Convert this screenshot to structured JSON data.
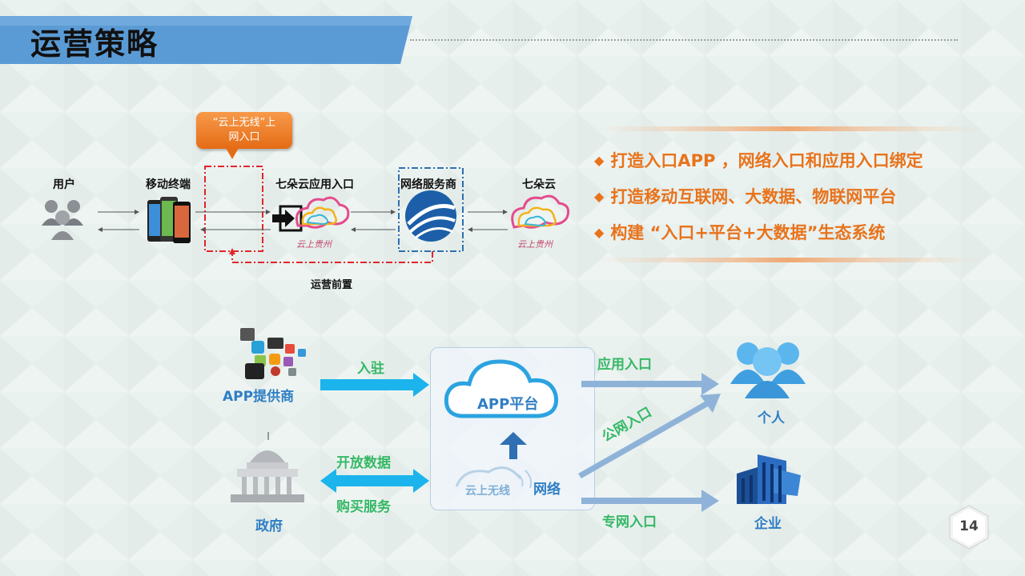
{
  "title": "运营策略",
  "callout": {
    "line1": "“云上无线”上",
    "line2": "网入口"
  },
  "flow": {
    "user": "用户",
    "terminal": "移动终端",
    "app_entry": "七朵云应用入口",
    "isp": "网络服务商",
    "qiduoyun": "七朵云",
    "ops_front": "运营前置",
    "brand_text": "云上贵州"
  },
  "bullets": [
    "打造入口APP ，网络入口和应用入口绑定",
    "打造移动互联网、大数据、物联网平台",
    "构建 “入口+平台+大数据”生态系统"
  ],
  "ecosystem": {
    "app_provider": "APP提供商",
    "settle_in": "入驻",
    "government": "政府",
    "open_data": "开放数据",
    "buy_service": "购买服务",
    "platform": "APP平台",
    "network": "网络",
    "wireless": "云上无线",
    "app_entry": "应用入口",
    "public_entry": "公网入口",
    "private_entry": "专网入口",
    "individual": "个人",
    "enterprise": "企业"
  },
  "page_number": "14",
  "colors": {
    "title_bar": "#5b9bd5",
    "accent_orange": "#e8731c",
    "arrow_cyan": "#1cb4ec",
    "label_green": "#35b866",
    "label_blue": "#2f7ec4",
    "dash_red": "#e0262a",
    "dash_blue": "#2e6fb0"
  }
}
